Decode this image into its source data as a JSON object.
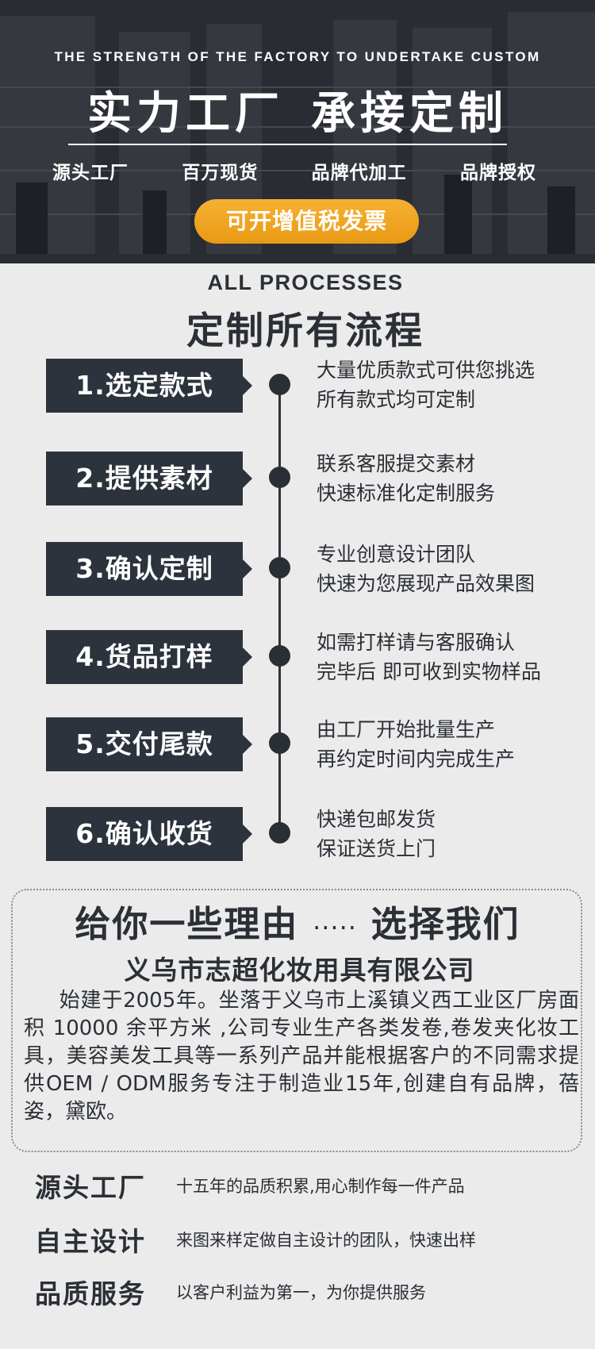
{
  "hero": {
    "subtitle_en": "THE STRENGTH OF THE FACTORY TO UNDERTAKE CUSTOM",
    "title_left": "实力工厂",
    "title_right": "承接定制",
    "tags": [
      "源头工厂",
      "百万现货",
      "品牌代加工",
      "品牌授权"
    ],
    "badge": "可开增值税发票",
    "badge_color": "#f0a622"
  },
  "process": {
    "title_en": "ALL PROCESSES",
    "title_cn": "定制所有流程",
    "steps": [
      {
        "label": "1.选定款式",
        "desc": [
          "大量优质款式可供您挑选",
          "所有款式均可定制"
        ]
      },
      {
        "label": "2.提供素材",
        "desc": [
          "联系客服提交素材",
          "快速标准化定制服务"
        ]
      },
      {
        "label": "3.确认定制",
        "desc": [
          "专业创意设计团队",
          "快速为您展现产品效果图"
        ]
      },
      {
        "label": "4.货品打样",
        "desc": [
          "如需打样请与客服确认",
          "完毕后 即可收到实物样品"
        ]
      },
      {
        "label": "5.交付尾款",
        "desc": [
          "由工厂开始批量生产",
          "再约定时间内完成生产"
        ]
      },
      {
        "label": "6.确认收货",
        "desc": [
          "快递包邮发货",
          "保证送货上门"
        ]
      }
    ]
  },
  "reasons": {
    "title_left": "给你一些理由",
    "title_dots": "·····",
    "title_right": "选择我们",
    "company": "义乌市志超化妆用具有限公司",
    "description": "始建于2005年。坐落于义乌市上溪镇义西工业区厂房面积 10000 余平方米 ,公司专业生产各类发卷,卷发夹化妆工具，美容美发工具等一系列产品并能根据客户的不同需求提供OEM / ODM服务专注于制造业15年,创建自有品牌，蓓姿，黛欧。"
  },
  "features": [
    {
      "title": "源头工厂",
      "desc": "十五年的品质积累,用心制作每一件产品"
    },
    {
      "title": "自主设计",
      "desc": "来图来样定做自主设计的团队，快速出样"
    },
    {
      "title": "品质服务",
      "desc": "以客户利益为第一，为你提供服务"
    }
  ]
}
